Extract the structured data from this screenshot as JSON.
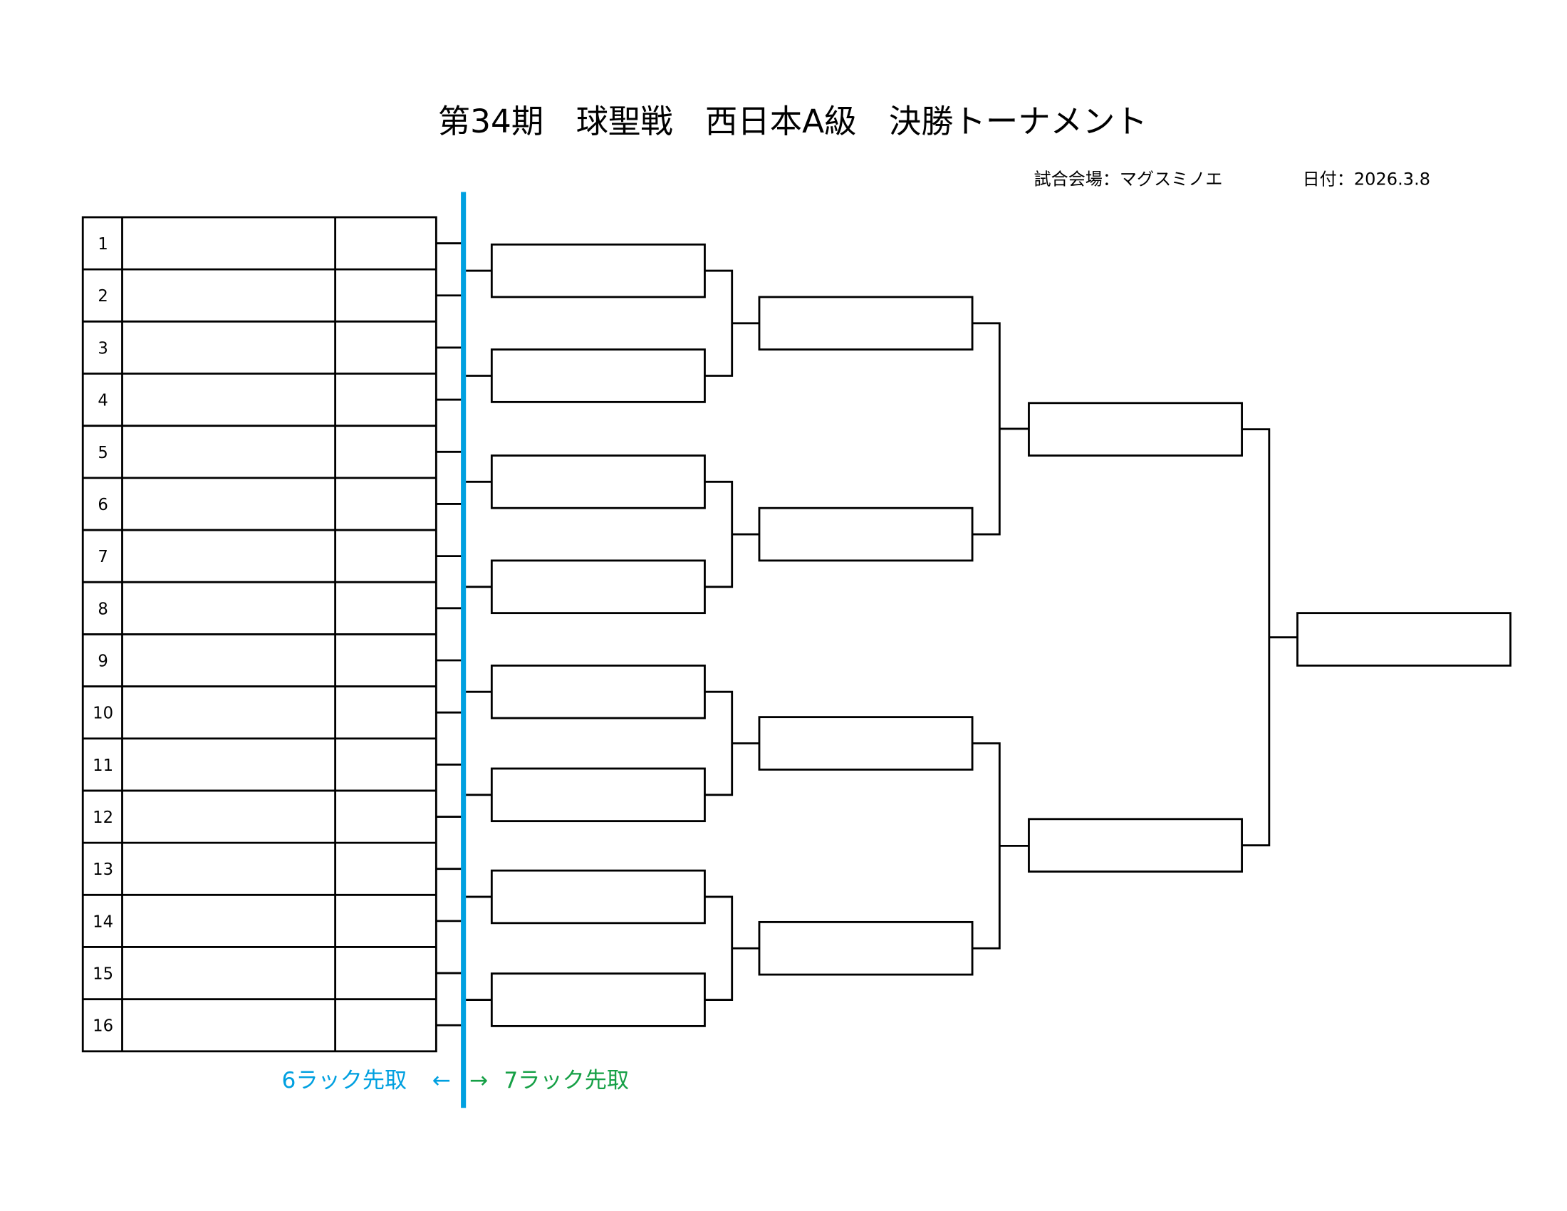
{
  "title": "第34期　球聖戦　西日本A級　決勝トーナメント",
  "venue": "試合会場：マグスミノエ",
  "date": "日付：2026.3.8",
  "seeds": [
    "1",
    "2",
    "3",
    "4",
    "5",
    "6",
    "7",
    "8",
    "9",
    "10",
    "11",
    "12",
    "13",
    "14",
    "15",
    "16"
  ],
  "legend": {
    "left_label": "6ラック先取",
    "left_arrow": "←",
    "right_arrow": "→",
    "right_label": "7ラック先取",
    "left_color": "#00a0e0",
    "right_color": "#16a046"
  }
}
